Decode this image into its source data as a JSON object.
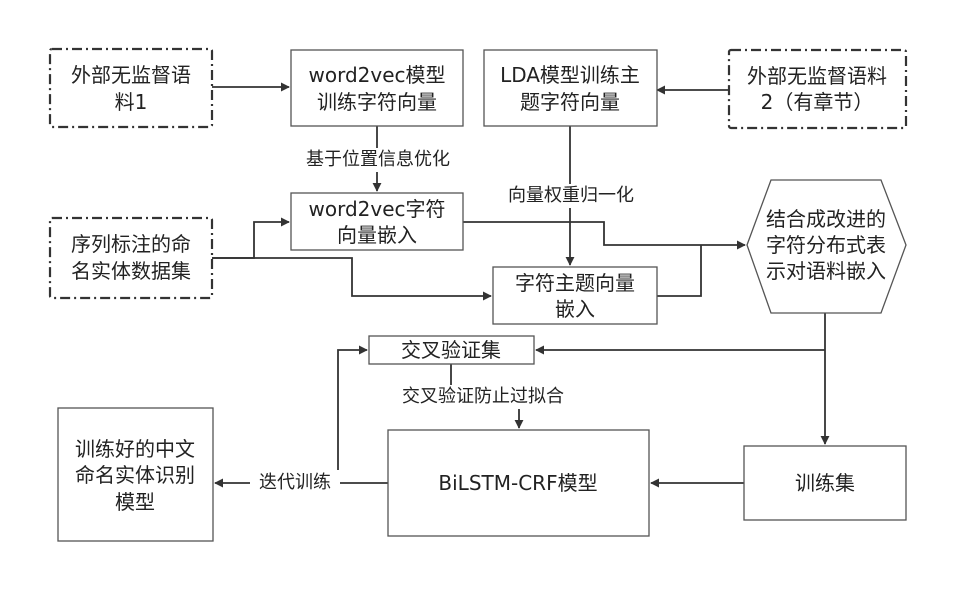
{
  "nodes": {
    "ext1": [
      "外部无监督语",
      "料1"
    ],
    "w2v_train": [
      "word2vec模型",
      "训练字符向量"
    ],
    "lda_train": [
      "LDA模型训练主",
      "题字符向量"
    ],
    "ext2": [
      "外部无监督语料",
      "2（有章节）"
    ],
    "w2v_embed": [
      "word2vec字符",
      "向量嵌入"
    ],
    "ner_dataset": [
      "序列标注的命",
      "名实体数据集"
    ],
    "topic_embed": [
      "字符主题向量",
      "嵌入"
    ],
    "combined": [
      "结合成改进的",
      "字符分布式表",
      "示对语料嵌入"
    ],
    "cv_set": [
      "交叉验证集"
    ],
    "trained_model": [
      "训练好的中文",
      "命名实体识别",
      "模型"
    ],
    "bilstm": [
      "BiLSTM-CRF模型"
    ],
    "train_set": [
      "训练集"
    ]
  },
  "edge_labels": {
    "position_opt": "基于位置信息优化",
    "vector_norm": "向量权重归一化",
    "cv_overfit": "交叉验证防止过拟合",
    "iter_train": "迭代训练"
  }
}
